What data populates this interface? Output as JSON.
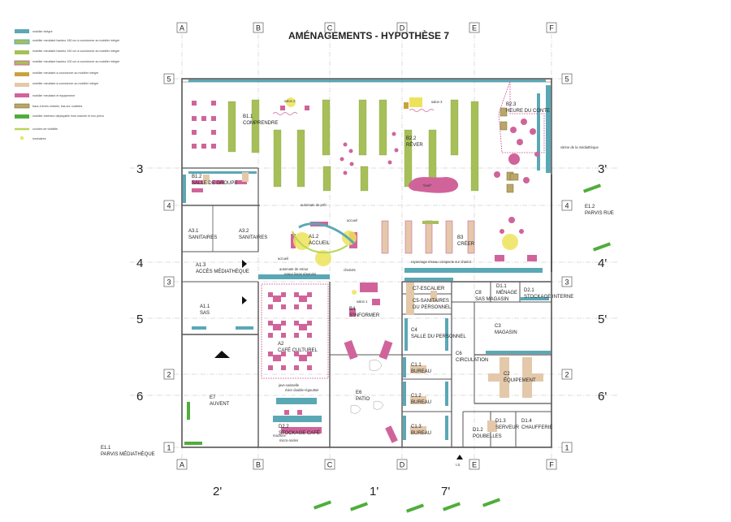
{
  "title": "AMÉNAGEMENTS - HYPOTHÈSE 7",
  "colors": {
    "teal": "#5aa8b5",
    "pink": "#d0649a",
    "olive": "#a7bf58",
    "tan": "#e3c8aa",
    "ochre": "#c9a23e",
    "green": "#4fae3a",
    "yellow": "#ede35a",
    "wall": "#555555"
  },
  "legend": [
    {
      "label": "mobilier intégré",
      "kind": "teal"
    },
    {
      "label": "mobilier meublant hauteur 180 cm à coordonner au mobilier intégré",
      "kind": "olive_teal"
    },
    {
      "label": "mobilier meublant hauteur 150 cm à coordonner au mobilier intégré",
      "kind": "olive"
    },
    {
      "label": "mobilier meublant hauteur 100 cm à coordonner au mobilier intégré",
      "kind": "olive_red"
    },
    {
      "label": "mobilier meublant à coordonner au mobilier intégré",
      "kind": "ochre"
    },
    {
      "label": "mobilier meublant à coordonner au mobilier intégré",
      "kind": "tan"
    },
    {
      "label": "mobilier meublant et équipement",
      "kind": "pink"
    },
    {
      "label": "bacs à livres enfants, bas sur roulettes",
      "kind": "ochre_box"
    },
    {
      "label": "mobilier extérieur déplaçable hors marché et non prévu",
      "kind": "green"
    },
    {
      "label": "couloirs de visibilité",
      "kind": "green_line"
    },
    {
      "label": "luminaires",
      "kind": "dot"
    }
  ],
  "col_labels": [
    "A",
    "B",
    "C",
    "D",
    "E",
    "F"
  ],
  "row_labels": [
    "5",
    "4",
    "3",
    "2",
    "1"
  ],
  "axis_left": [
    "3",
    "4",
    "5",
    "6"
  ],
  "axis_right": [
    "3'",
    "4'",
    "5'",
    "6'"
  ],
  "axis_bottom": [
    "2'",
    "1'",
    "7'"
  ],
  "rooms": {
    "b11": [
      "B1.1",
      "COMPRENDRE"
    ],
    "b22": [
      "B2.2",
      "RÊVER"
    ],
    "b23": [
      "B2.3",
      "HEURE DU CONTE"
    ],
    "b12": [
      "B1.2",
      "SALLE DE GROUPE"
    ],
    "a31": [
      "A3.1",
      "SANITAIRES"
    ],
    "a32": [
      "A3.2",
      "SANITAIRES"
    ],
    "a12": [
      "A1.2",
      "ACCUEIL"
    ],
    "b3": [
      "B3",
      "CRÉER"
    ],
    "a13": [
      "A1.3",
      "ACCÈS MÉDIATHÈQUE"
    ],
    "a11": [
      "A1.1",
      "SAS"
    ],
    "a2": [
      "A2",
      "CAFÉ CULTUREL"
    ],
    "b4": [
      "B4",
      "S'INFORMER"
    ],
    "c7": [
      "C7-ESCALIER",
      ""
    ],
    "c5": [
      "C5-SANITAIRES",
      "DU PERSONNEL"
    ],
    "c8": [
      "C8",
      "SAS MAGASIN"
    ],
    "d11": [
      "D1.1",
      "MÉNAGE"
    ],
    "d21": [
      "D2.1",
      "STOCKAGE INTERNE"
    ],
    "c3": [
      "C3",
      "MAGASIN"
    ],
    "c4": [
      "C4",
      "SALLE DU PERSONNEL"
    ],
    "c6": [
      "C6",
      "CIRCULATION"
    ],
    "c11": [
      "C1.1",
      "BUREAU"
    ],
    "c2": [
      "C2",
      "ÉQUIPEMENT"
    ],
    "c12": [
      "C1.2",
      "BUREAU"
    ],
    "c13": [
      "C1.3",
      "BUREAU"
    ],
    "e7": [
      "E7",
      "AUVENT"
    ],
    "e6": [
      "E6",
      "PATIO"
    ],
    "d22": [
      "D2.2",
      "STOCKAGE CAFÉ"
    ],
    "d12": [
      "D1.2",
      "POUBELLES"
    ],
    "d13": [
      "D1.3",
      "SERVEUR"
    ],
    "d14": [
      "D1.4",
      "CHAUFFERIE"
    ],
    "e12": [
      "E1.2",
      "PARVIS RUE"
    ],
    "e11": [
      "E1.1",
      "PARVIS MÉDIATHÈQUE"
    ]
  },
  "notes": {
    "salon3": "salon 3",
    "salon2": "salon 2",
    "salon1": "salon 1",
    "vitrine": "vitrine de la médiathèque",
    "automate_pret": "automate de prêt",
    "accueil": "accueil",
    "accueil2": "accueil",
    "automate_retour": "automate de retour",
    "retour_livres": "retour livres réservés",
    "chariots": "chariots",
    "rayonnage": "rayonnage réseau compacte sur chariot",
    "jave_vaisselle": "jave-vaisselle",
    "evier": "évier double+égouttoir",
    "micro_ondes": "micro-ondes",
    "machine": "machine",
    "eveil": "\"éveil\"",
    "is": "I.S."
  }
}
